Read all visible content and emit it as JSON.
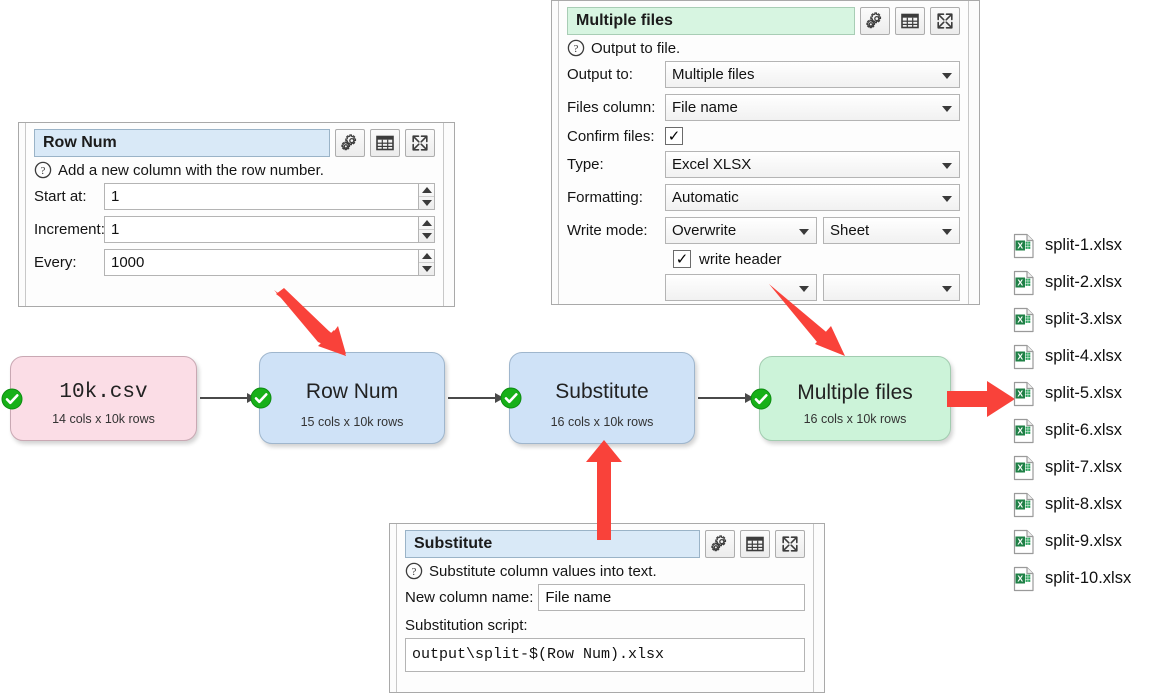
{
  "panels": {
    "row_num": {
      "title": "Row Num",
      "description": "Add a new column with the row number.",
      "buttons": [
        "gears-icon",
        "table-icon",
        "expand-icon"
      ],
      "fields": [
        {
          "label": "Start at:",
          "value": "1"
        },
        {
          "label": "Increment:",
          "value": "1"
        },
        {
          "label": "Every:",
          "value": "1000"
        }
      ]
    },
    "multiple_files": {
      "title": "Multiple files",
      "description": "Output to file.",
      "buttons": [
        "gears-icon",
        "table-icon",
        "expand-icon"
      ],
      "output_to": {
        "label": "Output to:",
        "value": "Multiple files"
      },
      "files_column": {
        "label": "Files column:",
        "value": "File name"
      },
      "confirm_files": {
        "label": "Confirm files:",
        "checked": "✓"
      },
      "type": {
        "label": "Type:",
        "value": "Excel XLSX"
      },
      "formatting": {
        "label": "Formatting:",
        "value": "Automatic"
      },
      "write_mode": {
        "label": "Write mode:",
        "value": "Overwrite",
        "value2": "Sheet"
      },
      "write_header": {
        "label": "write header",
        "checked": "✓"
      }
    },
    "substitute": {
      "title": "Substitute",
      "description": "Substitute column values into text.",
      "buttons": [
        "gears-icon",
        "table-icon",
        "expand-icon"
      ],
      "new_column_name": {
        "label": "New column name:",
        "value": "File name"
      },
      "substitution_script": {
        "label": "Substitution script:",
        "value": "output\\split-$(Row Num).xlsx"
      }
    }
  },
  "flow": {
    "nodes": [
      {
        "name": "10k.csv",
        "sub": "14 cols x 10k rows",
        "color": "pink",
        "status": "ok"
      },
      {
        "name": "Row Num",
        "sub": "15 cols x 10k rows",
        "color": "blue",
        "status": "ok"
      },
      {
        "name": "Substitute",
        "sub": "16 cols x 10k rows",
        "color": "blue",
        "status": "ok"
      },
      {
        "name": "Multiple files",
        "sub": "16 cols x 10k rows",
        "color": "green",
        "status": "ok"
      }
    ]
  },
  "files": [
    {
      "name": "split-1.xlsx",
      "icon": "excel-file-icon"
    },
    {
      "name": "split-2.xlsx",
      "icon": "excel-file-icon"
    },
    {
      "name": "split-3.xlsx",
      "icon": "excel-file-icon"
    },
    {
      "name": "split-4.xlsx",
      "icon": "excel-file-icon"
    },
    {
      "name": "split-5.xlsx",
      "icon": "excel-file-icon"
    },
    {
      "name": "split-6.xlsx",
      "icon": "excel-file-icon"
    },
    {
      "name": "split-7.xlsx",
      "icon": "excel-file-icon"
    },
    {
      "name": "split-8.xlsx",
      "icon": "excel-file-icon"
    },
    {
      "name": "split-9.xlsx",
      "icon": "excel-file-icon"
    },
    {
      "name": "split-10.xlsx",
      "icon": "excel-file-icon"
    }
  ],
  "colors": {
    "annotation_arrow": "#f9423a",
    "node_pink": "#fbdde6",
    "node_blue": "#cfe2f7",
    "node_green": "#ccf3d9",
    "status_ok": "#17b018",
    "title_blue": "#d9e9f7",
    "title_green": "#d7f5e1",
    "excel_green": "#1f8046"
  }
}
